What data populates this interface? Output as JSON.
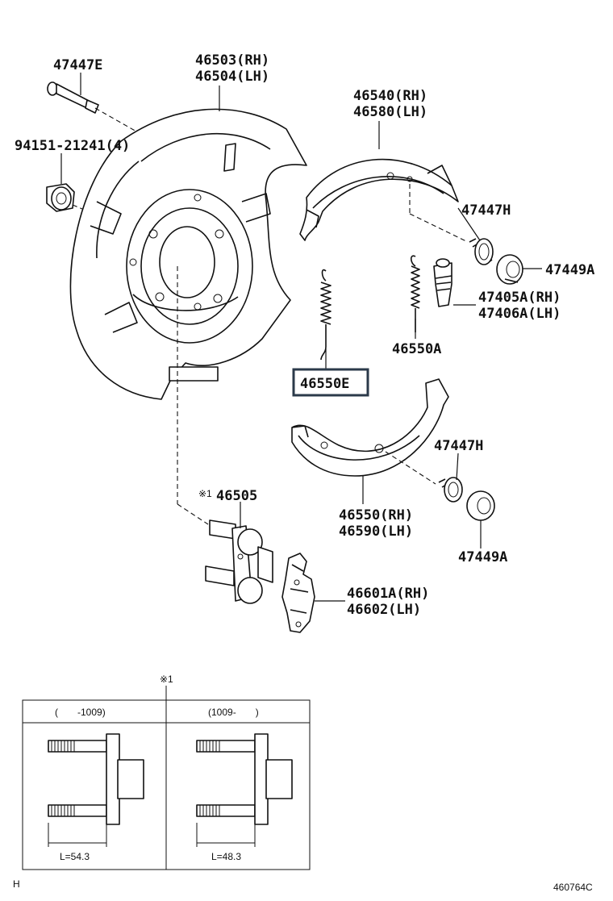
{
  "parts": {
    "p47447e": "47447E",
    "p46503": "46503(RH)",
    "p46504": "46504(LH)",
    "p94151": "94151-21241(4)",
    "p46540": "46540(RH)",
    "p46580": "46580(LH)",
    "p47447h_top": "47447H",
    "p47449a_top": "47449A",
    "p47405a": "47405A(RH)",
    "p47406a": "47406A(LH)",
    "p46550a": "46550A",
    "p46550e": "46550E",
    "p47447h_mid": "47447H",
    "p46505_mark": "※1",
    "p46505": "46505",
    "p46550": "46550(RH)",
    "p46590": "46590(LH)",
    "p47449a_bot": "47449A",
    "p46601a": "46601A(RH)",
    "p46602": "46602(LH)"
  },
  "inset": {
    "marker": "※1",
    "col_left_header": "(　　-1009)",
    "col_right_header": "(1009-　　)",
    "left_dimension": "L=54.3",
    "right_dimension": "L=48.3"
  },
  "footer": {
    "left_code": "H",
    "diagram_id": "460764C"
  },
  "highlight_color": "#2b3a4a"
}
